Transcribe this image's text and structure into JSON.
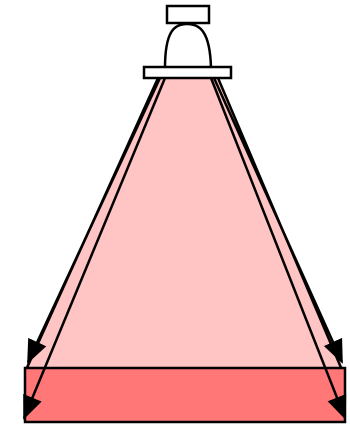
{
  "diagram": {
    "beam_fill_color": "#ffc4c4",
    "illuminated_surface_color": "#ff7777",
    "stroke_color": "#000000",
    "lamp_fill_color": "#ffffff",
    "components": {
      "lamp_cap": "rectangle",
      "lamp_dome": "half-ellipse",
      "lamp_base": "rectangle",
      "light_beam": "trapezoid",
      "illuminated_surface": "rectangle",
      "ray_arrows": 4
    }
  }
}
